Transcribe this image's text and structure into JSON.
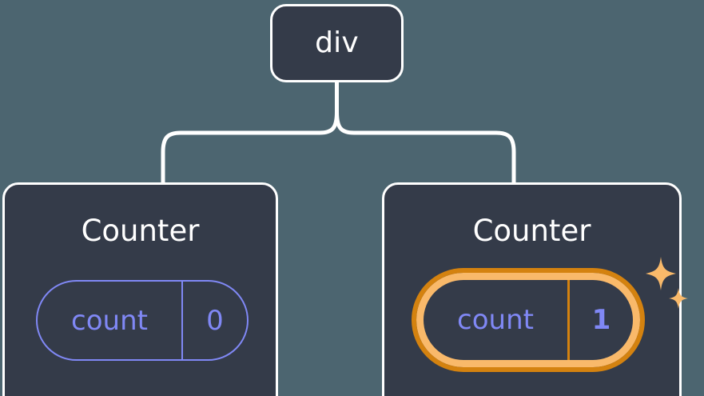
{
  "diagram": {
    "type": "component-tree",
    "background_color": "#4c6570",
    "node_fill": "#343b49",
    "node_border": "#ffffff",
    "accent_state": "#8088f5",
    "highlight_outer": "#d4820f",
    "highlight_inner": "#f9b96a",
    "root": {
      "label": "div"
    },
    "children": [
      {
        "title": "Counter",
        "state": {
          "key": "count",
          "value": "0"
        },
        "highlighted": false,
        "sparkle": false
      },
      {
        "title": "Counter",
        "state": {
          "key": "count",
          "value": "1"
        },
        "highlighted": true,
        "sparkle": true
      }
    ],
    "icons": {
      "sparkle_large": "sparkle-icon",
      "sparkle_small": "sparkle-icon"
    }
  }
}
